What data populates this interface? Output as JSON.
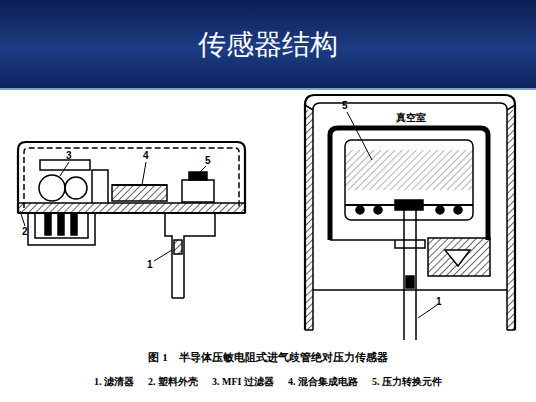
{
  "diagram": {
    "title": "传感器结构",
    "caption": "图 1    半导体压敏电阻式进气歧管绝对压力传感器",
    "labels": [
      "3",
      "4",
      "5",
      "2",
      "1",
      "5",
      "真空室",
      "1",
      "1. 滤清器",
      "2. 塑料外壳",
      "3. MFI 过滤器",
      "4. 混合集成电路",
      "5. 压力转换元件"
    ]
  }
}
